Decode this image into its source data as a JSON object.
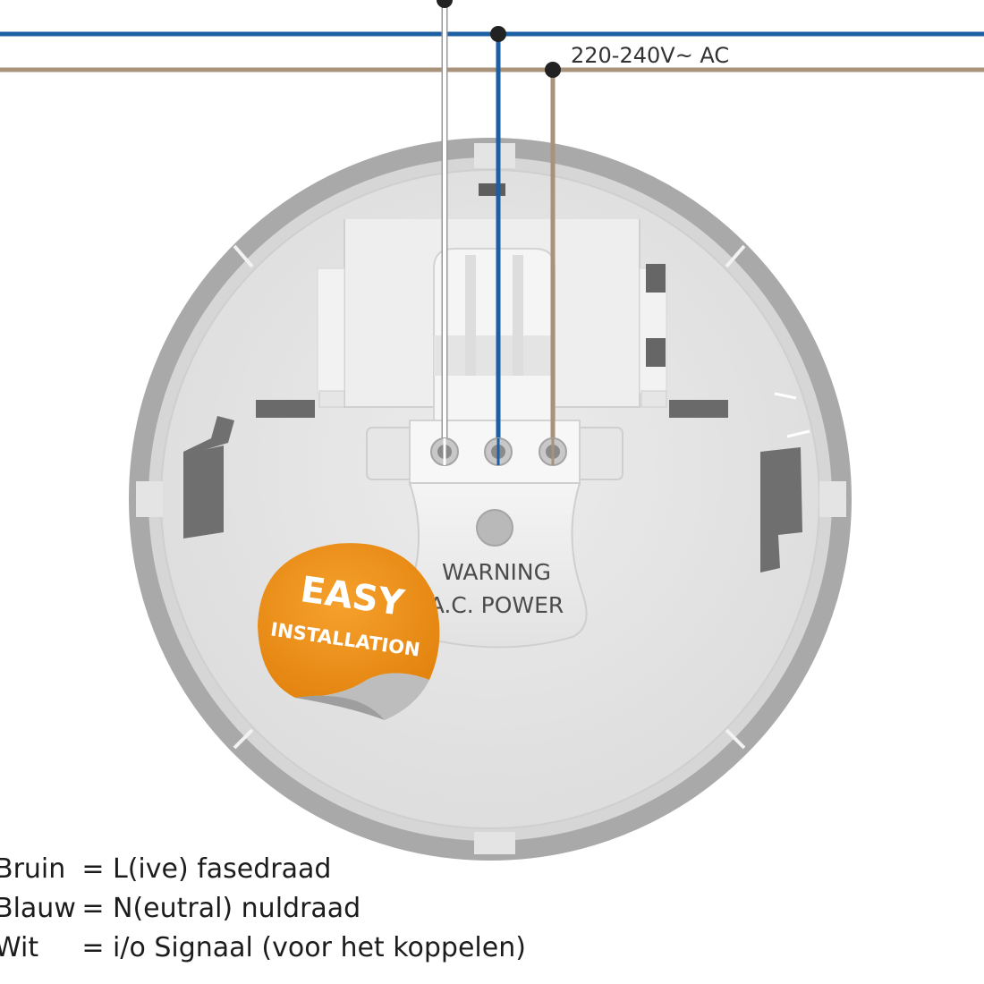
{
  "supply_label": "220-240V~ AC",
  "plate": {
    "warning_line1": "WARNING",
    "warning_line2": "A.C. POWER"
  },
  "badge": {
    "line1": "EASY",
    "line2": "INSTALLATION",
    "color": "#f0941c"
  },
  "wire_colors": {
    "white": "#ffffff",
    "blue": "#1d5fa3",
    "brown": "#a8927a"
  },
  "legend": [
    {
      "term": "Bruin",
      "eq": "=",
      "desc": "L(ive) fasedraad"
    },
    {
      "term": "Blauw",
      "eq": "=",
      "desc": "N(eutral) nuldraad"
    },
    {
      "term": "Wit",
      "eq": "=",
      "desc": "i/o Signaal (voor het koppelen)"
    }
  ]
}
